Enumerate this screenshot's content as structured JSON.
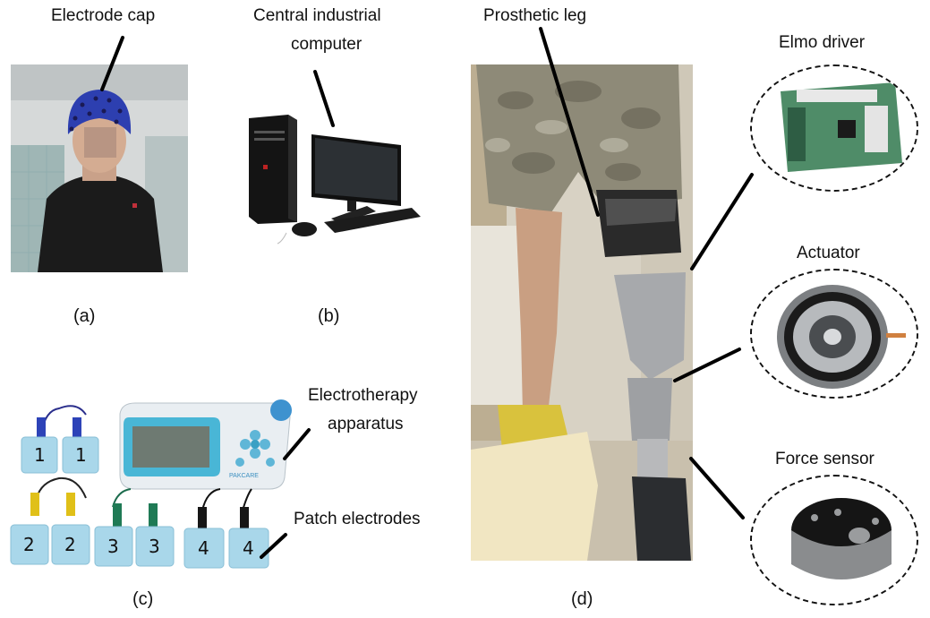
{
  "labels": {
    "electrode_cap": "Electrode cap",
    "central_computer_line1": "Central industrial",
    "central_computer_line2": "computer",
    "prosthetic_leg": "Prosthetic leg",
    "elmo_driver": "Elmo driver",
    "actuator": "Actuator",
    "force_sensor": "Force sensor",
    "electrotherapy_line1": "Electrotherapy",
    "electrotherapy_line2": "apparatus",
    "patch_electrodes": "Patch electrodes"
  },
  "panels": {
    "a": "(a)",
    "b": "(b)",
    "c": "(c)",
    "d": "(d)"
  },
  "electrode_numbers": [
    "1",
    "1",
    "2",
    "2",
    "3",
    "3",
    "4",
    "4"
  ],
  "device_brand": "PAKCARE"
}
